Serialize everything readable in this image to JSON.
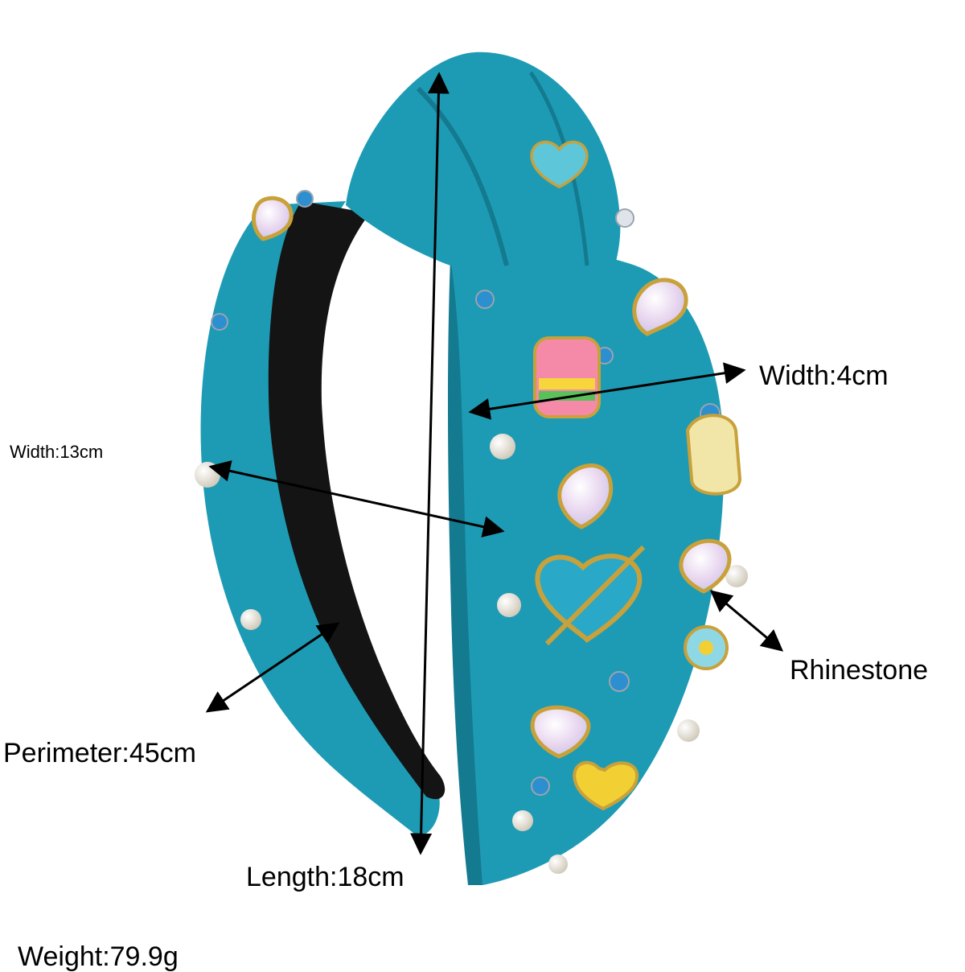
{
  "labels": {
    "width_band": "Width:4cm",
    "width_overall": "Width:13cm",
    "rhinestone": "Rhinestone",
    "perimeter": "Perimeter:45cm",
    "length": "Length:18cm",
    "weight": "Weight:79.9g"
  },
  "colors": {
    "fabric": "#1e9bb4",
    "fabric_dark": "#137a90",
    "lining": "#141414",
    "pearl": "#f4f1ea",
    "crystal": "#e8d8f0",
    "gold": "#c9a13a",
    "yellow_heart": "#f2cf33",
    "blue_enamel": "#2aa8c8"
  }
}
